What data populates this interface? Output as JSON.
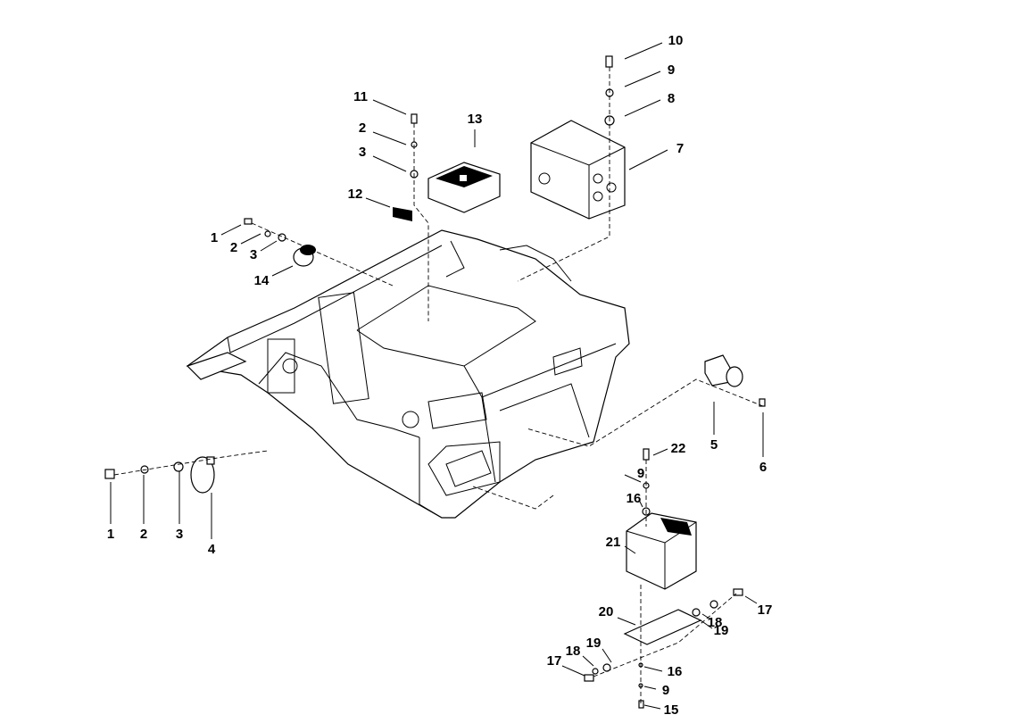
{
  "diagram": {
    "type": "exploded parts diagram",
    "callouts": [
      "10",
      "9",
      "8",
      "7",
      "11",
      "13",
      "2",
      "3",
      "12",
      "1",
      "2",
      "3",
      "14",
      "5",
      "6",
      "22",
      "9",
      "16",
      "21",
      "20",
      "17",
      "18",
      "19",
      "19",
      "18",
      "17",
      "16",
      "9",
      "15",
      "1",
      "2",
      "3",
      "4"
    ]
  }
}
